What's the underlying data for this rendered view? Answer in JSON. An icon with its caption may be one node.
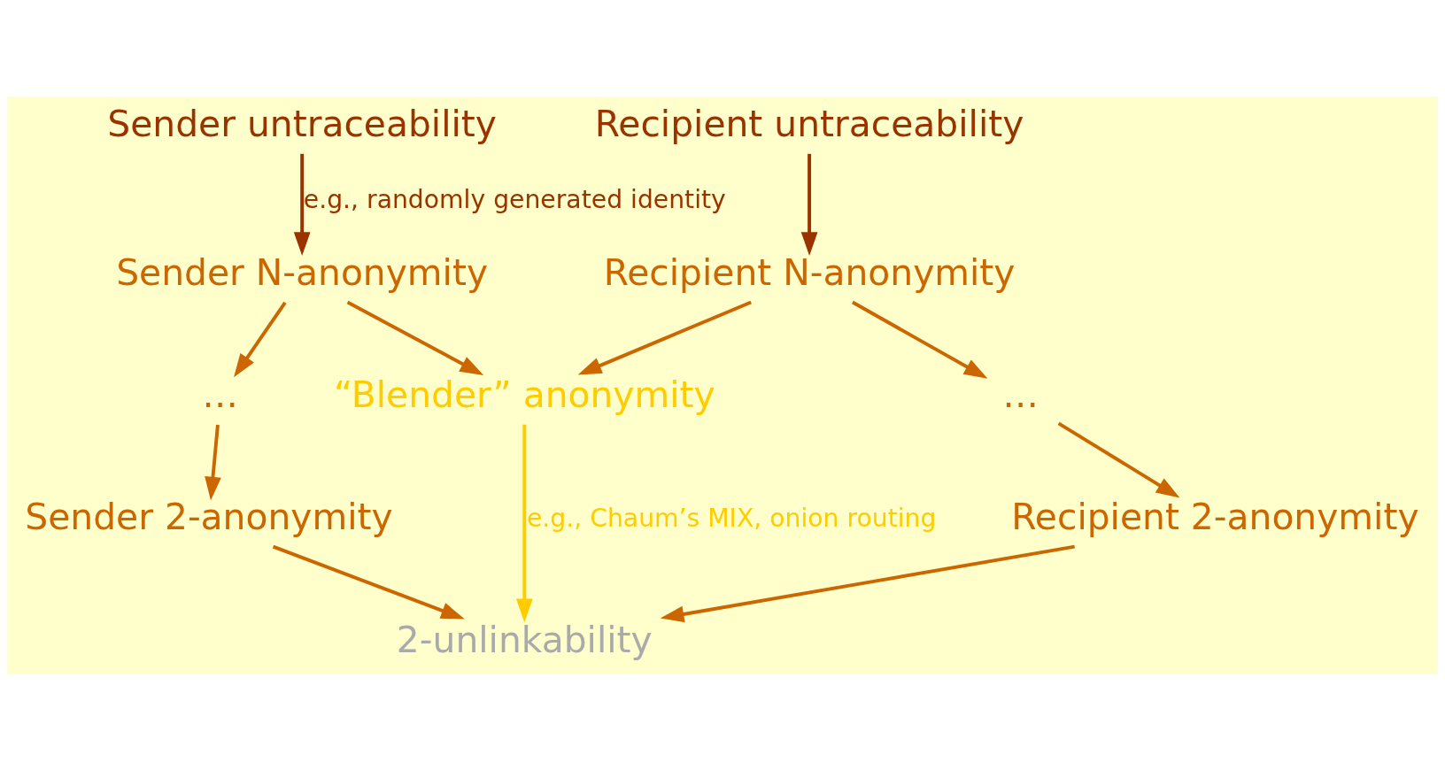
{
  "diagram": {
    "nodes": [
      {
        "text": [
          "Sender untraceability"
        ]
      },
      {
        "text": [
          "Recipient untraceability"
        ]
      },
      {
        "text": [
          "Sender N-anonymity"
        ]
      },
      {
        "text": [
          "Recipient N-anonymity"
        ]
      },
      {
        "text": [
          "…"
        ]
      },
      {
        "text": [
          "“Blender” anonymity"
        ]
      },
      {
        "text": [
          "…"
        ]
      },
      {
        "text": [
          "Sender 2-anonymity"
        ]
      },
      {
        "text": [
          "Recipient 2-anonymity"
        ]
      },
      {
        "text": [
          "2-unlinkability"
        ]
      }
    ],
    "edges": [
      {
        "from": 0,
        "to": 2,
        "arrow": "to",
        "label": "e.g., randomly generated identity",
        "color": "#993300"
      },
      {
        "from": 1,
        "to": 3,
        "arrow": "to",
        "color": "#993300"
      },
      {
        "from": 2,
        "to": 4,
        "arrow": "to"
      },
      {
        "from": 2,
        "to": 5,
        "arrow": "to"
      },
      {
        "from": 3,
        "to": 5,
        "arrow": "to"
      },
      {
        "from": 3,
        "to": 6,
        "arrow": "to"
      },
      {
        "from": 4,
        "to": 7,
        "arrow": "to"
      },
      {
        "from": 6,
        "to": 8,
        "arrow": "to"
      },
      {
        "from": 5,
        "to": 9,
        "arrow": "to",
        "label": "e.g., Chaum’s MIX, onion routing",
        "color": "#ffcc00"
      },
      {
        "from": 7,
        "to": 9,
        "arrow": "to"
      },
      {
        "from": 8,
        "to": 9,
        "arrow": "to"
      }
    ]
  }
}
